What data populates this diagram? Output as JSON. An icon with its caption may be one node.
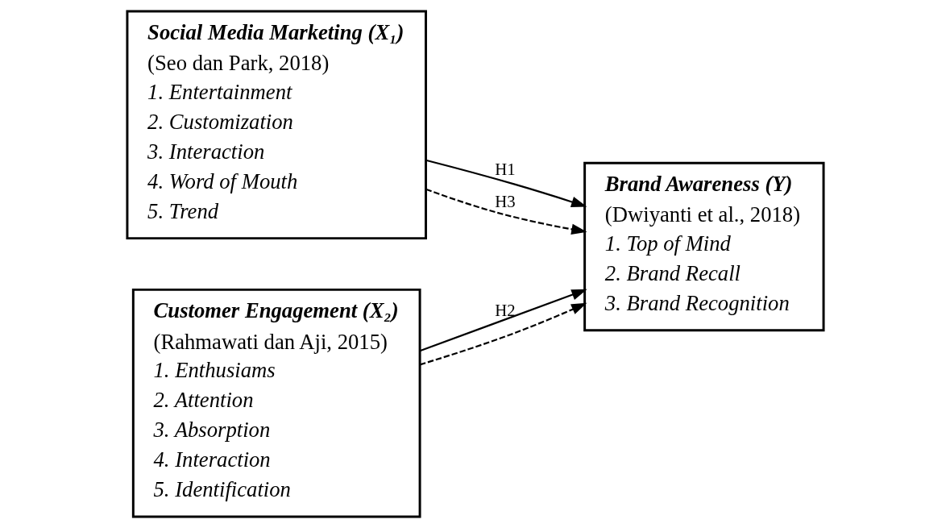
{
  "diagram": {
    "nodes": [
      {
        "text": [
          "Social Media Marketing (X₁)",
          "(Seo dan Park, 2018)",
          "1. Entertainment",
          "2. Customization",
          "3. Interaction",
          "4. Word of Mouth",
          "5. Trend"
        ]
      },
      {
        "text": [
          "Customer Engagement (X₂)",
          "(Rahmawati dan Aji, 2015)",
          "1. Enthusiams",
          "2. Attention",
          "3. Absorption",
          "4. Interaction",
          "5. Identification"
        ]
      },
      {
        "text": [
          "Brand Awareness (Y)",
          "(Dwiyanti et al., 2018)",
          "1. Top of Mind",
          "2. Brand Recall",
          "3. Brand Recognition"
        ]
      }
    ],
    "edges": [
      {
        "from": 0,
        "to": 2,
        "arrow": "to",
        "label": "H1"
      },
      {
        "from": 1,
        "to": 2,
        "arrow": "to",
        "label": "H2"
      },
      {
        "from": 0,
        "to": 2,
        "arrow": "to",
        "style": "dashed",
        "label": "H3"
      },
      {
        "from": 1,
        "to": 2,
        "arrow": "to",
        "style": "dashed"
      }
    ]
  }
}
